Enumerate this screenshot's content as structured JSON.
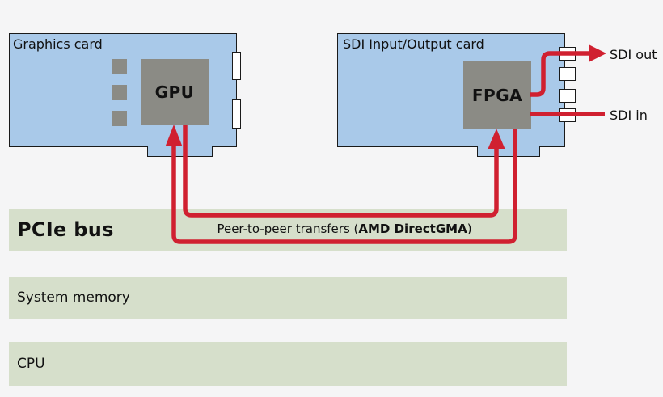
{
  "graphics_card": {
    "label": "Graphics card",
    "chip_label": "GPU"
  },
  "sdi_card": {
    "label": "SDI Input/Output card",
    "chip_label": "FPGA"
  },
  "ports": {
    "sdi_out": "SDI out",
    "sdi_in": "SDI in"
  },
  "bars": {
    "pcie": "PCIe bus",
    "system_memory": "System memory",
    "cpu": "CPU"
  },
  "p2p_label": {
    "prefix": "Peer-to-peer transfers (",
    "bold": "AMD DirectGMA",
    "suffix": ")"
  },
  "colors": {
    "background": "#f5f5f6",
    "card_blue": "#a9c9e9",
    "chip_gray": "#8b8b85",
    "bus_bar_green": "#d6dfcb",
    "arrow_red": "#d02030",
    "outline": "#1a1a1a",
    "connector_white": "#ffffff"
  }
}
